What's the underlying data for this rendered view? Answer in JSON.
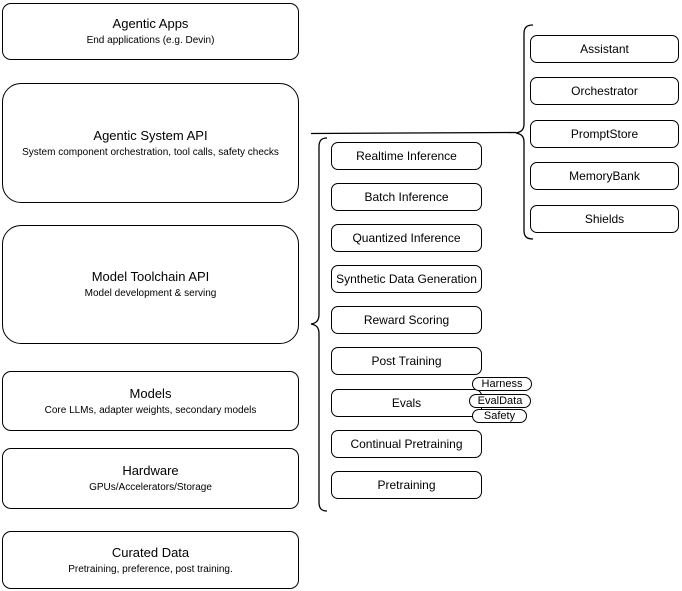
{
  "diagram": {
    "stack": [
      {
        "title": "Agentic Apps",
        "subtitle": "End applications (e.g. Devin)"
      },
      {
        "title": "Agentic System API",
        "subtitle": "System component orchestration, tool calls, safety checks"
      },
      {
        "title": "Model Toolchain API",
        "subtitle": "Model development & serving"
      },
      {
        "title": "Models",
        "subtitle": "Core LLMs, adapter weights, secondary models"
      },
      {
        "title": "Hardware",
        "subtitle": "GPUs/Accelerators/Storage"
      },
      {
        "title": "Curated Data",
        "subtitle": "Pretraining, preference, post training."
      }
    ],
    "toolchain_items": [
      "Realtime Inference",
      "Batch Inference",
      "Quantized Inference",
      "Synthetic Data Generation",
      "Reward Scoring",
      "Post Training",
      "Evals",
      "Continual Pretraining",
      "Pretraining"
    ],
    "eval_tags": [
      "Harness",
      "EvalData",
      "Safety"
    ],
    "system_components": [
      "Assistant",
      "Orchestrator",
      "PromptStore",
      "MemoryBank",
      "Shields"
    ],
    "colors": {
      "stroke": "#000000",
      "fill": "#ffffff",
      "text": "#000000",
      "background": "#ffffff"
    }
  }
}
